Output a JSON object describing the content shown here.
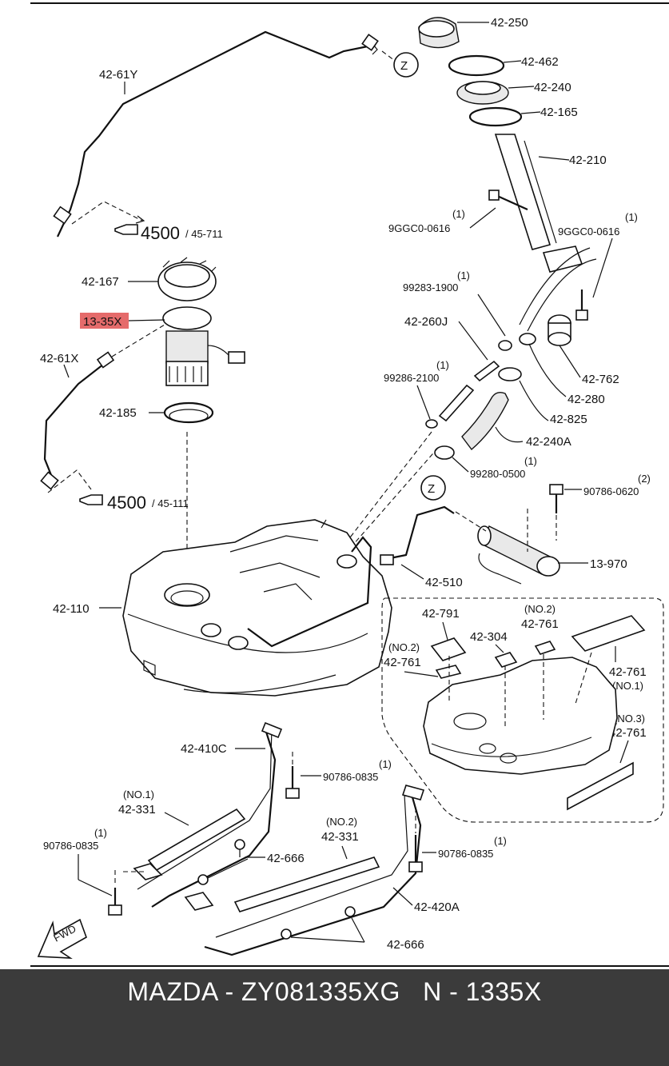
{
  "footer": {
    "title": "MAZDA - ZY081335XG   N - 1335X"
  },
  "highlight": {
    "part": "13-35X",
    "color": "#e56b6b"
  },
  "labels": {
    "l_42_250": "42-250",
    "l_42_462": "42-462",
    "l_42_240": "42-240",
    "l_42_165": "42-165",
    "l_42_210": "42-210",
    "l_42_61y": "42-61Y",
    "l_z_top": "Z",
    "l_4500a": "4500",
    "l_45711": "/ 45-711",
    "l_9ggc_left_qty": "(1)",
    "l_9ggc_left": "9GGC0-0616",
    "l_9ggc_right_qty": "(1)",
    "l_9ggc_right": "9GGC0-0616",
    "l_42_167": "42-167",
    "l_13_35x": "13-35X",
    "l_99283_qty": "(1)",
    "l_99283": "99283-1900",
    "l_42_61x": "42-61X",
    "l_42_260j": "42-260J",
    "l_99286_qty": "(1)",
    "l_99286": "99286-2100",
    "l_42_762": "42-762",
    "l_42_280": "42-280",
    "l_42_185": "42-185",
    "l_42_825": "42-825",
    "l_42_240a": "42-240A",
    "l_99280_qty": "(1)",
    "l_99280": "99280-0500",
    "l_4500b": "4500",
    "l_45111": "/ 45-111",
    "l_z_mid": "Z",
    "l_90786_0620_qty": "(2)",
    "l_90786_0620": "90786-0620",
    "l_13_970": "13-970",
    "l_42_510": "42-510",
    "l_42_110": "42-110",
    "l_42_791": "42-791",
    "l_no2a": "(NO.2)",
    "l_42_761a": "42-761",
    "l_42_304": "42-304",
    "l_no2b": "(NO.2)",
    "l_42_761b": "42-761",
    "l_42_761c": "42-761",
    "l_no1a": "(NO.1)",
    "l_no3": "(NO.3)",
    "l_42_761d": "42-761",
    "l_42_410c": "42-410C",
    "l_90786_0835a_qty": "(1)",
    "l_90786_0835a": "90786-0835",
    "l_no1b": "(NO.1)",
    "l_42_331a": "42-331",
    "l_90786_0835b_qty": "(1)",
    "l_90786_0835b": "90786-0835",
    "l_42_666a": "42-666",
    "l_no2c": "(NO.2)",
    "l_42_331b": "42-331",
    "l_90786_0835c_qty": "(1)",
    "l_90786_0835c": "90786-0835",
    "l_42_420a": "42-420A",
    "l_42_666b": "42-666",
    "l_fwd": "FWD"
  }
}
